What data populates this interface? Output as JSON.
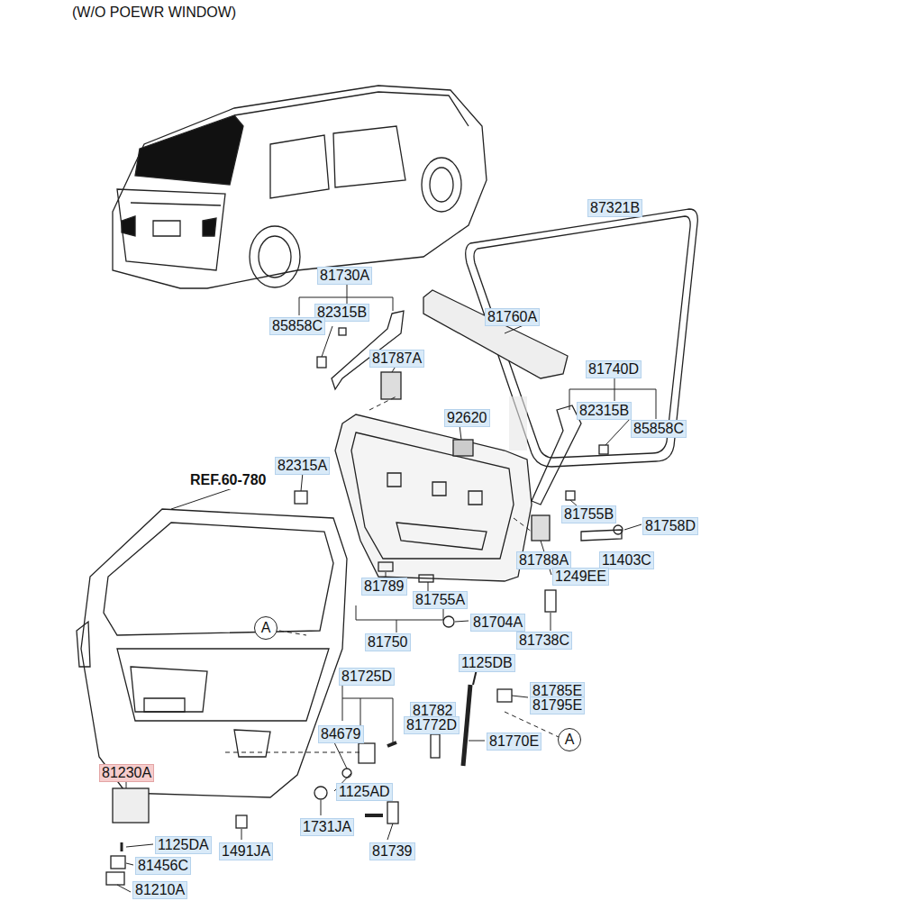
{
  "diagram": {
    "title": "(W/O POEWR WINDOW)",
    "nodes": [
      {
        "text": [
          "A"
        ]
      },
      {
        "text": [
          "A"
        ]
      }
    ],
    "labels": [
      "87321B",
      "81730A",
      "82315B",
      "85858C",
      "81760A",
      "81787A",
      "81740D",
      "92620",
      "82315B",
      "85858C",
      "82315A",
      "REF.60-780",
      "81755B",
      "81758D",
      "81788A",
      "11403C",
      "1249EE",
      "81789",
      "81755A",
      "81704A",
      "81750",
      "81738C",
      "1125DB",
      "81725D",
      "81785E",
      "81795E",
      "81782",
      "81772D",
      "84679",
      "81770E",
      "81230A",
      "1125AD",
      "1731JA",
      "1125DA",
      "1491JA",
      "81739",
      "81456C",
      "81210A"
    ]
  }
}
